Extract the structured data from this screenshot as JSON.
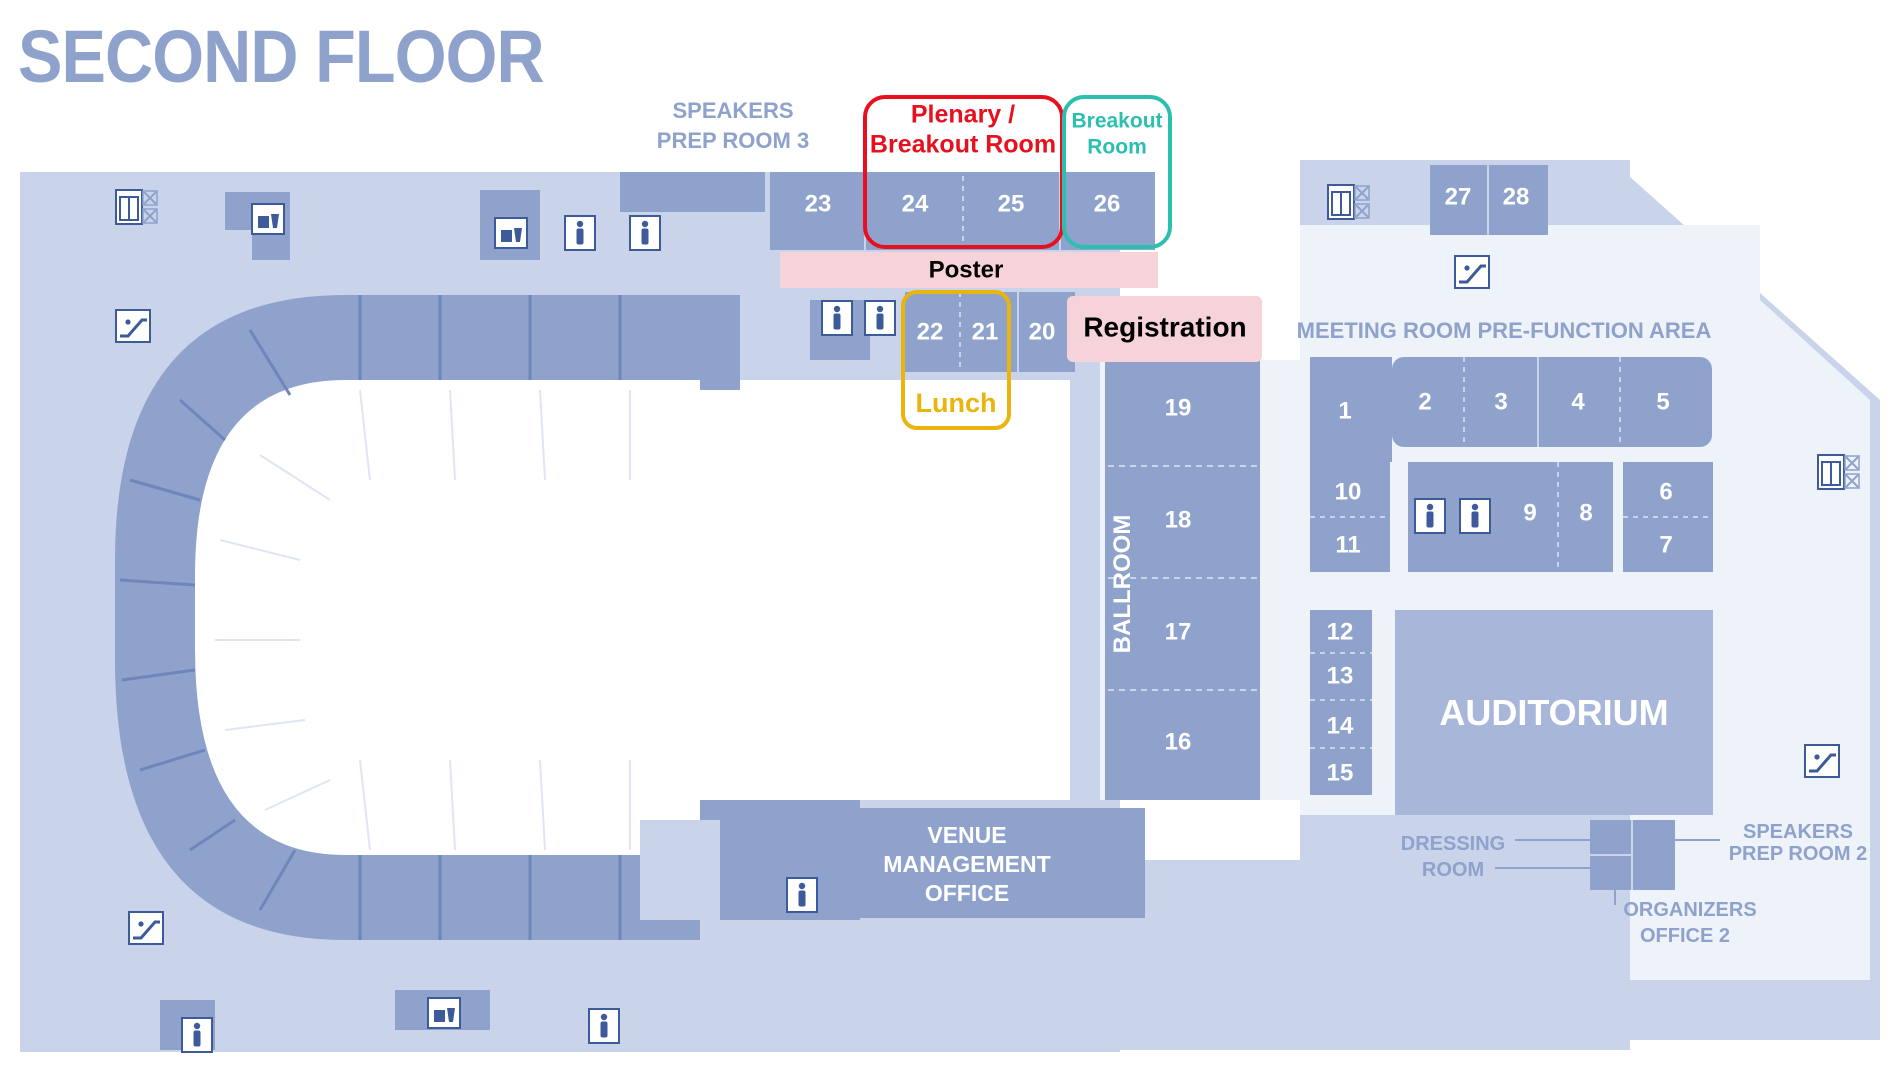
{
  "title": "SECOND FLOOR",
  "labels": {
    "speakers_prep_3_line1": "SPEAKERS",
    "speakers_prep_3_line2": "PREP ROOM 3",
    "meeting_prefunction": "MEETING ROOM PRE-FUNCTION AREA",
    "ballroom": "BALLROOM",
    "auditorium": "AUDITORIUM",
    "venue_line1": "VENUE",
    "venue_line2": "MANAGEMENT",
    "venue_line3": "OFFICE",
    "dressing_line1": "DRESSING",
    "dressing_line2": "ROOM",
    "speakers_prep_2_line1": "SPEAKERS",
    "speakers_prep_2_line2": "PREP ROOM 2",
    "organizers_line1": "ORGANIZERS",
    "organizers_line2": "OFFICE 2"
  },
  "rooms": {
    "r1": "1",
    "r2": "2",
    "r3": "3",
    "r4": "4",
    "r5": "5",
    "r6": "6",
    "r7": "7",
    "r8": "8",
    "r9": "9",
    "r10": "10",
    "r11": "11",
    "r12": "12",
    "r13": "13",
    "r14": "14",
    "r15": "15",
    "r16": "16",
    "r17": "17",
    "r18": "18",
    "r19": "19",
    "r20": "20",
    "r21": "21",
    "r22": "22",
    "r23": "23",
    "r24": "24",
    "r25": "25",
    "r26": "26",
    "r27": "27",
    "r28": "28"
  },
  "annotations": {
    "plenary_line1": "Plenary /",
    "plenary_line2": "Breakout Room",
    "breakout_line1": "Breakout",
    "breakout_line2": "Room",
    "poster": "Poster",
    "registration": "Registration",
    "lunch": "Lunch"
  },
  "colors": {
    "floor": "#c9d4ea",
    "room": "#8ea2cc",
    "plenary": "#e8101e",
    "breakout": "#2bbfb0",
    "lunch": "#e9b40c",
    "highlight": "#f6d3d9"
  },
  "icons": [
    "elevator-icon",
    "escalator-icon",
    "restroom-icon",
    "food-icon"
  ]
}
